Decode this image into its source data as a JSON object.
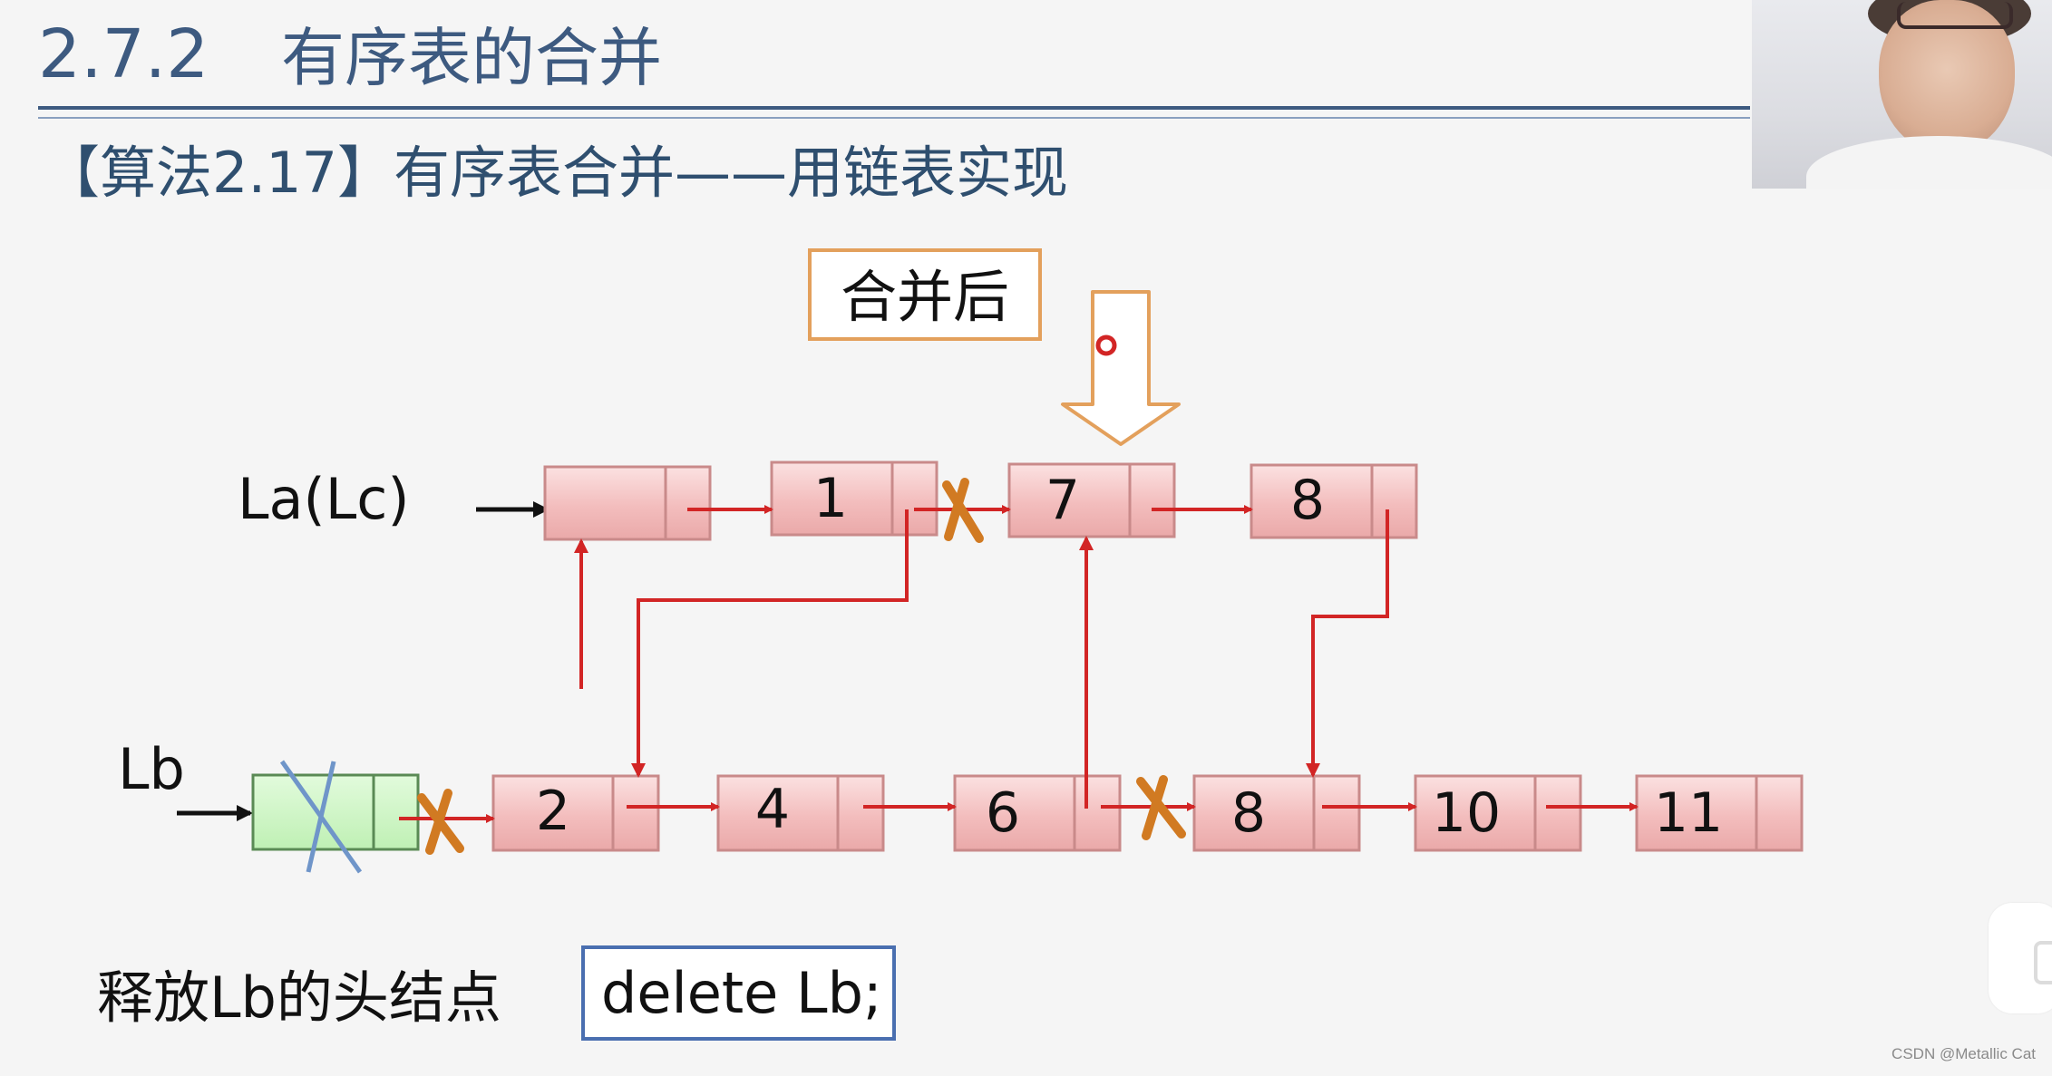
{
  "slide": {
    "section_number": "2.7.2",
    "section_title": "有序表的合并",
    "algorithm_heading": "【算法2.17】有序表合并——用链表实现",
    "after_merge_label": "合并后",
    "la_label": "La(Lc)",
    "lb_label": "Lb",
    "release_text": "释放Lb的头结点",
    "code": "delete Lb;"
  },
  "lists": {
    "la": [
      "",
      "1",
      "7",
      "8"
    ],
    "lb": [
      "",
      "2",
      "4",
      "6",
      "8",
      "10",
      "11"
    ]
  },
  "colors": {
    "title_blue": "#3d5a80",
    "node_fill": "#f5c6c6",
    "node_border": "#c98a8a",
    "arrow_red": "#d22525",
    "cross_orange": "#d17a22",
    "head_green": "#c9f5c0",
    "label_border": "#e3a05c",
    "code_border": "#4a6fb0"
  },
  "watermark": "CSDN @Metallic Cat"
}
